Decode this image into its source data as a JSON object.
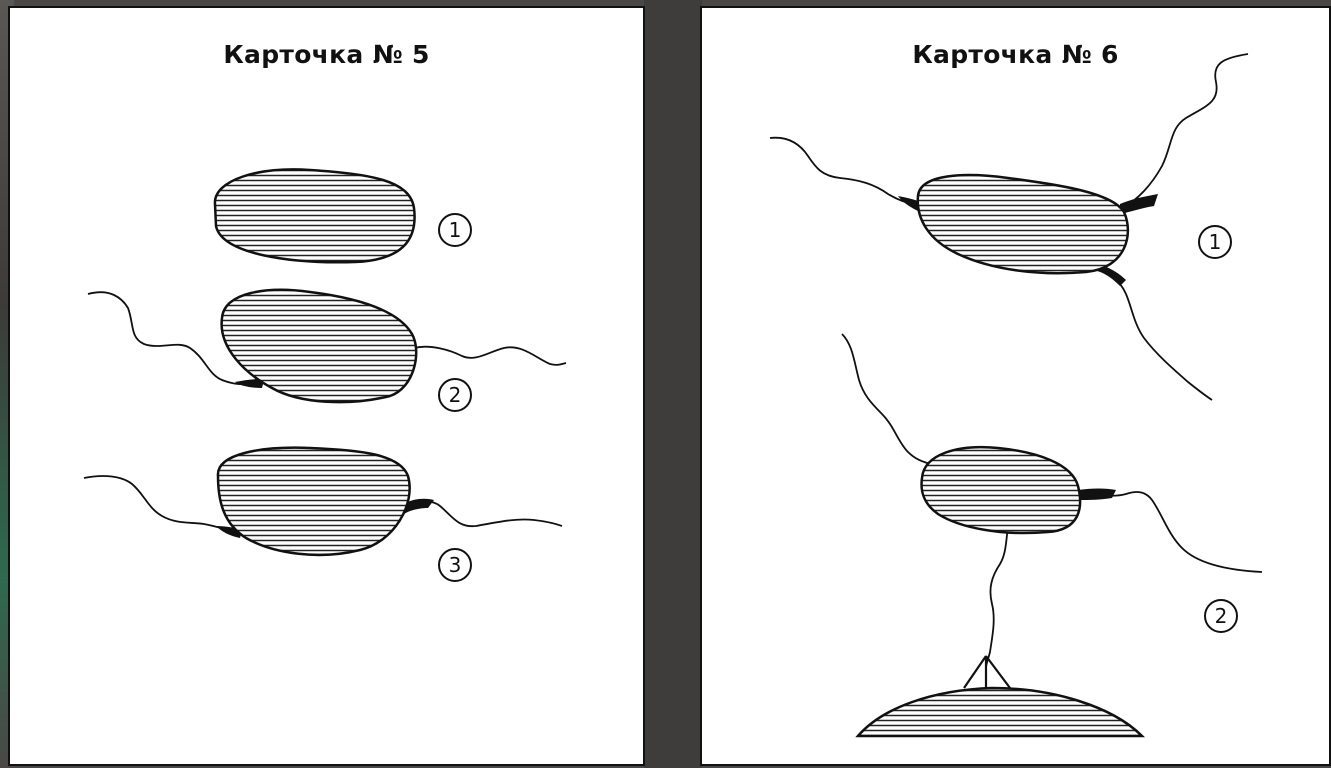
{
  "cards": [
    {
      "title": "Карточка № 5",
      "labels": [
        "1",
        "2",
        "3"
      ]
    },
    {
      "title": "Карточка № 6",
      "labels": [
        "1",
        "2"
      ]
    }
  ]
}
